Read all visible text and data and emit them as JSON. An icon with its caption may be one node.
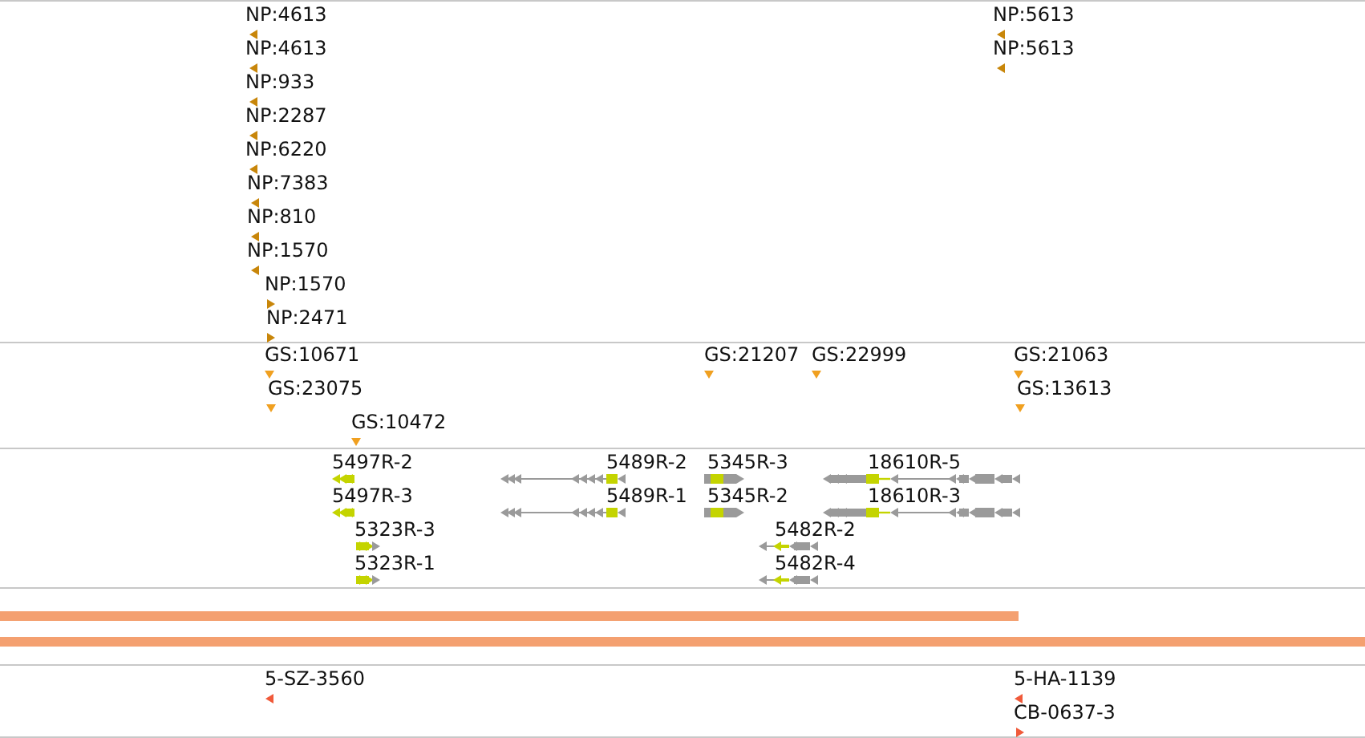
{
  "diagram": {
    "labels": [
      "NP:4613",
      "NP:5613",
      "NP:4613",
      "NP:5613",
      "NP:933",
      "NP:2287",
      "NP:6220",
      "NP:7383",
      "NP:810",
      "NP:1570",
      "NP:1570",
      "NP:2471",
      "GS:10671",
      "GS:21207",
      "GS:22999",
      "GS:21063",
      "GS:23075",
      "GS:13613",
      "GS:10472",
      "5497R-2",
      "5489R-2",
      "5345R-3",
      "18610R-5",
      "5497R-3",
      "5489R-1",
      "5345R-2",
      "18610R-3",
      "5323R-3",
      "5482R-2",
      "5323R-1",
      "5482R-4",
      "5-SZ-3560",
      "5-HA-1139",
      "CB-0637-3"
    ]
  }
}
